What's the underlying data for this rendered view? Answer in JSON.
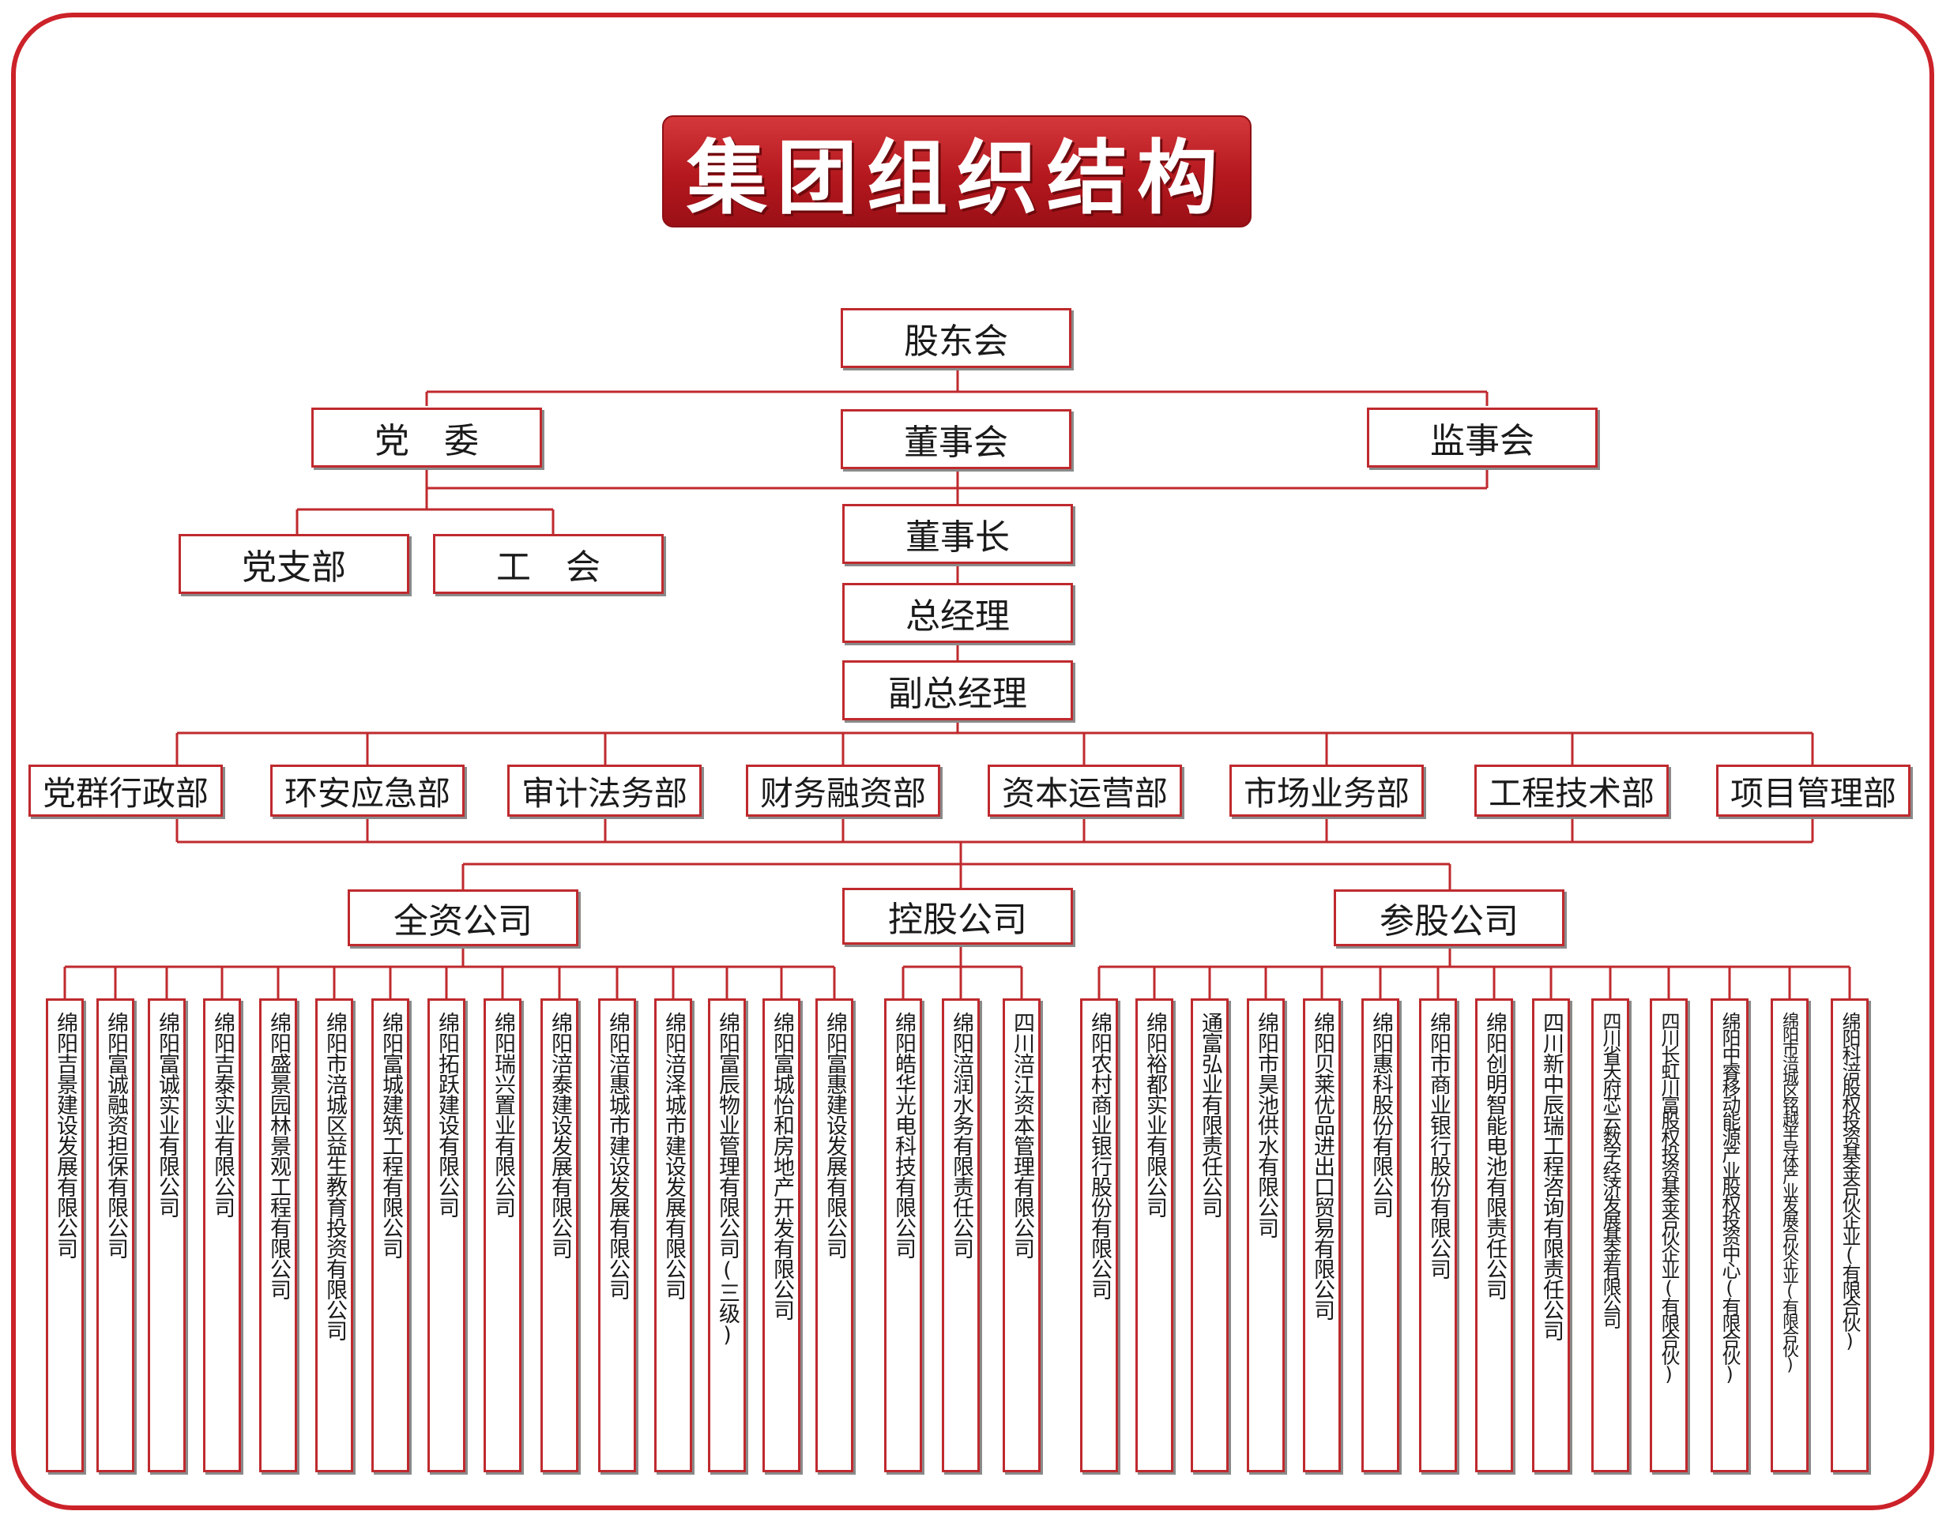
{
  "title": "集团组织结构",
  "colors": {
    "frame": "#cc2229",
    "banner": "#b4181e",
    "line": "#bf2a2e",
    "text": "#1a1a1a"
  },
  "governance": {
    "shareholders": "股东会",
    "party_committee": "党　委",
    "board": "董事会",
    "supervisors": "监事会",
    "party_branch": "党支部",
    "union": "工　会",
    "chairman": "董事长",
    "general_manager": "总经理",
    "deputy_gm": "副总经理"
  },
  "departments": [
    "党群行政部",
    "环安应急部",
    "审计法务部",
    "财务融资部",
    "资本运营部",
    "市场业务部",
    "工程技术部",
    "项目管理部"
  ],
  "company_groups": {
    "wholly_owned": {
      "label": "全资公司",
      "companies": [
        "绵阳吉景建设发展有限公司",
        "绵阳富诚融资担保有限公司",
        "绵阳富诚实业有限公司",
        "绵阳吉泰实业有限公司",
        "绵阳盛景园林景观工程有限公司",
        "绵阳市涪城区益生教育投资有限公司",
        "绵阳富城建筑工程有限公司",
        "绵阳拓跃建设有限公司",
        "绵阳瑞兴置业有限公司",
        "绵阳涪泰建设发展有限公司",
        "绵阳涪惠城市建设发展有限公司",
        "绵阳涪泽城市建设发展有限公司",
        "绵阳富辰物业管理有限公司(三级)",
        "绵阳富城怡和房地产开发有限公司",
        "绵阳富惠建设发展有限公司"
      ]
    },
    "holding": {
      "label": "控股公司",
      "companies": [
        "绵阳皓华光电科技有限公司",
        "绵阳涪润水务有限责任公司",
        "四川涪江资本管理有限公司"
      ]
    },
    "participating": {
      "label": "参股公司",
      "companies": [
        "绵阳农村商业银行股份有限公司",
        "绵阳裕都实业有限公司",
        "通富弘业有限责任公司",
        "绵阳市昊池供水有限公司",
        "绵阳贝莱优品进出口贸易有限公司",
        "绵阳惠科股份有限公司",
        "绵阳市商业银行股份有限公司",
        "绵阳创明智能电池有限责任公司",
        "四川新中辰瑞工程咨询有限责任公司",
        "四川省天府芯云数字经济发展基金有限公司",
        "四川长虹川富股权投资基金合伙企业(有限合伙)",
        "绵阳中睿移动能源产业股权投资中心(有限合伙)",
        "绵阳市涪城区铭越半导体产业发展合伙企业(有限合伙)",
        "绵阳科涪股权投资基金合伙企业(有限合伙)"
      ]
    }
  }
}
